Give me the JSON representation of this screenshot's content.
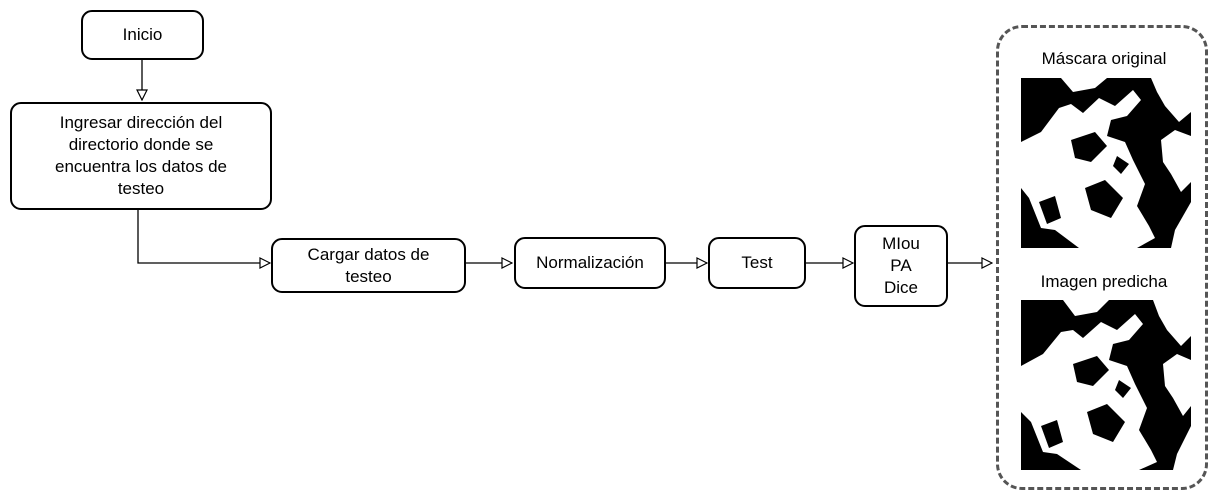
{
  "top_fragment": "",
  "nodes": {
    "inicio": "Inicio",
    "ingresar": "Ingresar dirección del\ndirectorio donde se\nencuentra los datos de\ntesteo",
    "cargar": "Cargar datos de\ntesteo",
    "normalizacion": "Normalización",
    "test": "Test",
    "metrics": "MIou\nPA\nDice"
  },
  "results_panel": {
    "original_caption": "Máscara original",
    "predicted_caption": "Imagen predicha"
  },
  "colors": {
    "stroke": "#000000",
    "panel_border": "#555555",
    "mask_background": "#000000",
    "mask_foreground": "#ffffff"
  }
}
